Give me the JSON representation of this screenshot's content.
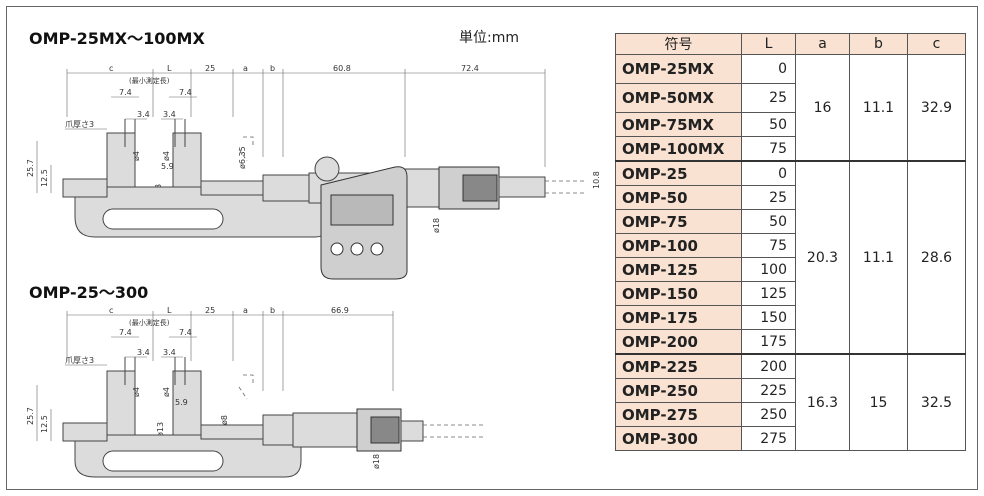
{
  "diagram_top": {
    "title": "OMP-25MX～100MX",
    "unit_label": "単位:mm",
    "dims": {
      "c": "c",
      "L": "L",
      "min_len": "(最小測定長)",
      "d25": "25",
      "a": "a",
      "b": "b",
      "d60_8": "60.8",
      "d72_4": "72.4",
      "d7_4a": "7.4",
      "d7_4b": "7.4",
      "d3_4a": "3.4",
      "d3_4b": "3.4",
      "claw": "爪厚さ3",
      "phi4a": "ø4",
      "phi4b": "ø4",
      "phi6_35": "ø6.35",
      "d5_9": "5.9",
      "phi13": "ø13",
      "d25_7": "25.7",
      "d12_5": "12.5",
      "phi18": "ø18",
      "d10_8": "10.8"
    }
  },
  "diagram_bottom": {
    "title": "OMP-25～300",
    "dims": {
      "c": "c",
      "L": "L",
      "min_len": "(最小測定長)",
      "d25": "25",
      "a": "a",
      "b": "b",
      "d66_9": "66.9",
      "d7_4a": "7.4",
      "d7_4b": "7.4",
      "d3_4a": "3.4",
      "d3_4b": "3.4",
      "claw": "爪厚さ3",
      "phi4a": "ø4",
      "phi4b": "ø4",
      "d5_9": "5.9",
      "phi13": "ø13",
      "phi8": "ø8",
      "d25_7": "25.7",
      "d12_5": "12.5",
      "phi18": "ø18"
    }
  },
  "table": {
    "headers": [
      "符号",
      "L",
      "a",
      "b",
      "c"
    ],
    "groups": [
      {
        "a": "16",
        "b": "11.1",
        "c": "32.9",
        "rows": [
          {
            "model": "OMP-25MX",
            "L": "0"
          },
          {
            "model": "OMP-50MX",
            "L": "25"
          },
          {
            "model": "OMP-75MX",
            "L": "50"
          },
          {
            "model": "OMP-100MX",
            "L": "75"
          }
        ]
      },
      {
        "a": "20.3",
        "b": "11.1",
        "c": "28.6",
        "rows": [
          {
            "model": "OMP-25",
            "L": "0"
          },
          {
            "model": "OMP-50",
            "L": "25"
          },
          {
            "model": "OMP-75",
            "L": "50"
          },
          {
            "model": "OMP-100",
            "L": "75"
          },
          {
            "model": "OMP-125",
            "L": "100"
          },
          {
            "model": "OMP-150",
            "L": "125"
          },
          {
            "model": "OMP-175",
            "L": "150"
          },
          {
            "model": "OMP-200",
            "L": "175"
          }
        ]
      },
      {
        "a": "16.3",
        "b": "15",
        "c": "32.5",
        "rows": [
          {
            "model": "OMP-225",
            "L": "200"
          },
          {
            "model": "OMP-250",
            "L": "225"
          },
          {
            "model": "OMP-275",
            "L": "250"
          },
          {
            "model": "OMP-300",
            "L": "275"
          }
        ]
      }
    ]
  }
}
